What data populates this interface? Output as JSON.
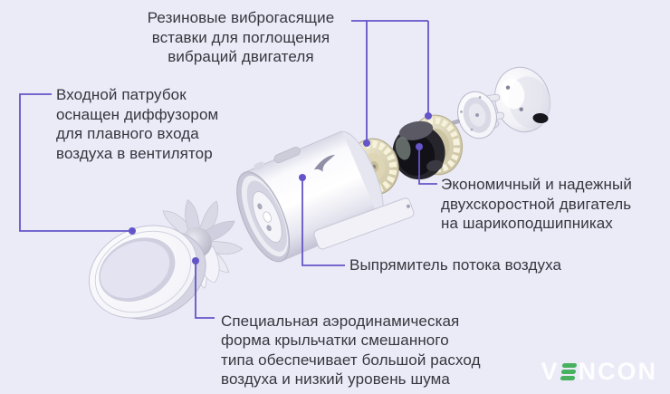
{
  "colors": {
    "background": "#ebeaf7",
    "line": "#6355c8",
    "text": "#36363d",
    "logo_green": "#3fae57",
    "logo_white": "#ffffff"
  },
  "labels": {
    "dampers": {
      "lines": [
        "Резиновые виброгасящие",
        "вставки для поглощения",
        "вибраций двигателя"
      ]
    },
    "inlet": {
      "lines": [
        "Входной патрубок",
        "оснащен диффузором",
        "для плавного входа",
        "воздуха в вентилятор"
      ]
    },
    "motor": {
      "lines": [
        "Экономичный и надежный",
        "двухскоростной двигатель",
        "на шарикоподшипниках"
      ]
    },
    "straightener": {
      "lines": [
        "Выпрямитель потока воздуха"
      ]
    },
    "impeller": {
      "lines": [
        "Специальная аэродинамическая",
        "форма крыльчатки смешанного",
        "типа обеспечивает большой расход",
        "воздуха и низкий уровень шума"
      ]
    }
  },
  "logo": {
    "prefix": "V",
    "suffix": "NCON"
  }
}
